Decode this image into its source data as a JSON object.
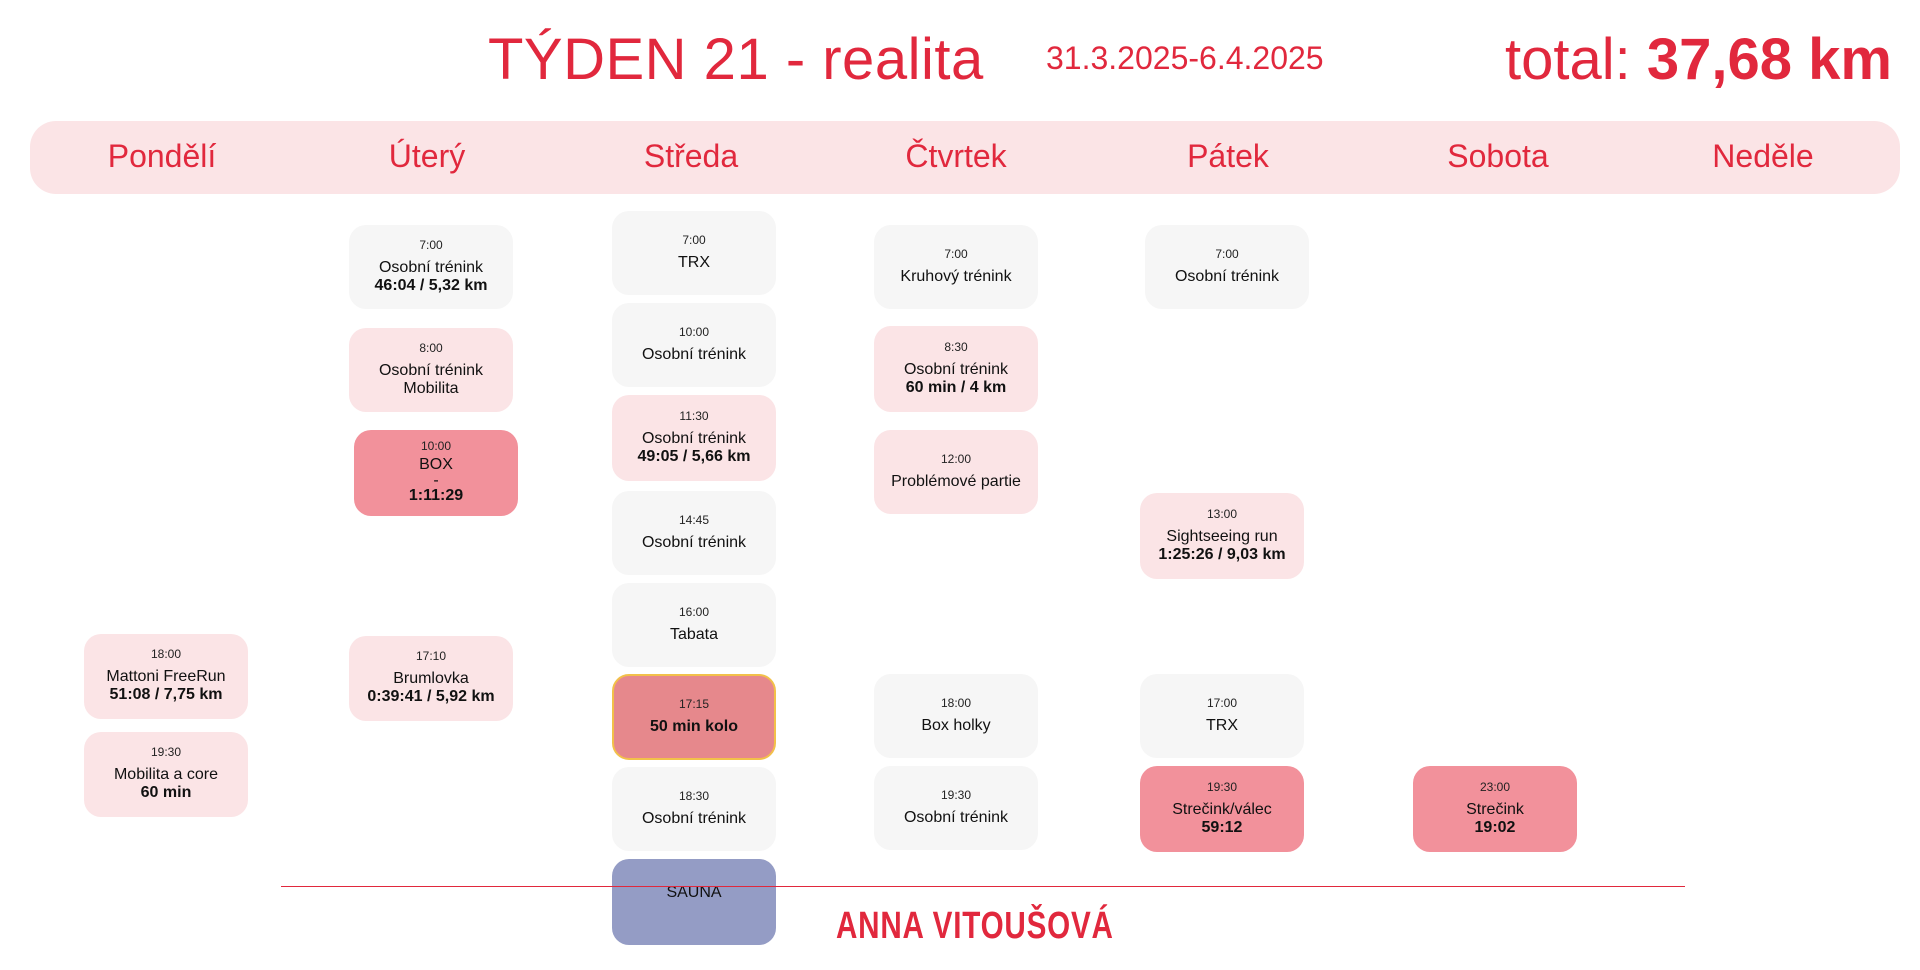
{
  "header": {
    "title": "TÝDEN 21 - realita",
    "dates": "31.3.2025-6.4.2025",
    "total_label": "total:",
    "total_value": "37,68 km"
  },
  "days": [
    "Pondělí",
    "Úterý",
    "Středa",
    "Čtvrtek",
    "Pátek",
    "Sobota",
    "Neděle"
  ],
  "colors": {
    "accent": "#e1283d",
    "band": "#fbe4e6",
    "card_grey": "#f6f6f6",
    "card_pink": "#fbe4e6",
    "card_red": "#f2919b",
    "card_highlight": "#e6888c",
    "card_sauna": "#949cc5"
  },
  "events": {
    "mon": [
      {
        "time": "18:00",
        "name": "Mattoni FreeRun",
        "metric": "51:08 / 7,75 km"
      },
      {
        "time": "19:30",
        "name": "Mobilita a core",
        "metric": "60 min"
      }
    ],
    "tue": [
      {
        "time": "7:00",
        "name": "Osobní trénink",
        "metric": "46:04 / 5,32 km"
      },
      {
        "time": "8:00",
        "name": "Osobní trénink",
        "metric": "Mobilita"
      },
      {
        "time": "10:00",
        "name": "BOX",
        "dash": "-",
        "metric": "1:11:29"
      },
      {
        "time": "17:10",
        "name": "Brumlovka",
        "metric": "0:39:41 / 5,92 km"
      }
    ],
    "wed": [
      {
        "time": "7:00",
        "name": "TRX"
      },
      {
        "time": "10:00",
        "name": "Osobní trénink"
      },
      {
        "time": "11:30",
        "name": "Osobní trénink",
        "metric": "49:05 / 5,66 km"
      },
      {
        "time": "14:45",
        "name": "Osobní trénink"
      },
      {
        "time": "16:00",
        "name": "Tabata"
      },
      {
        "time": "17:15",
        "name": "50 min kolo"
      },
      {
        "time": "18:30",
        "name": "Osobní trénink"
      },
      {
        "name": "SAUNA"
      }
    ],
    "thu": [
      {
        "time": "7:00",
        "name": "Kruhový trénink"
      },
      {
        "time": "8:30",
        "name": "Osobní trénink",
        "metric": "60 min / 4 km"
      },
      {
        "time": "12:00",
        "name": "Problémové partie"
      },
      {
        "time": "18:00",
        "name": "Box holky"
      },
      {
        "time": "19:30",
        "name": "Osobní trénink"
      }
    ],
    "fri": [
      {
        "time": "7:00",
        "name": "Osobní trénink"
      },
      {
        "time": "13:00",
        "name": "Sightseeing run",
        "metric": "1:25:26 / 9,03 km"
      },
      {
        "time": "17:00",
        "name": "TRX"
      },
      {
        "time": "19:30",
        "name": "Strečink/válec",
        "metric": "59:12"
      }
    ],
    "sat": [
      {
        "time": "23:00",
        "name": "Strečink",
        "metric": "19:02"
      }
    ]
  },
  "footer": {
    "signature": "ANNA VITOUŠOVÁ"
  }
}
